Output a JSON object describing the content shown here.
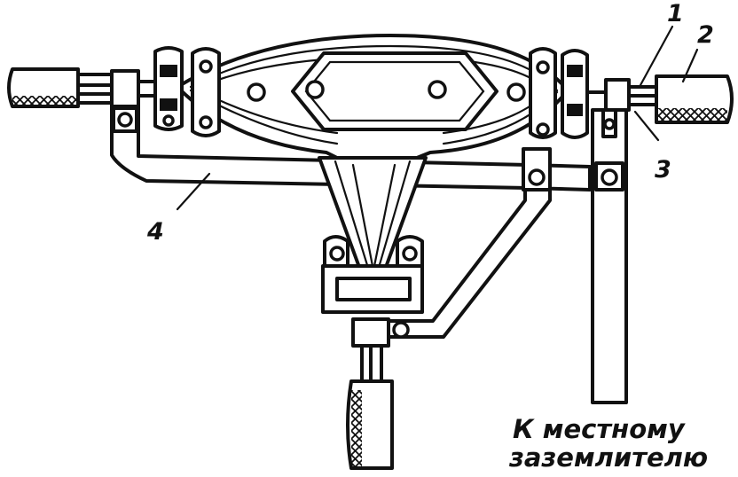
{
  "labels": {
    "callout_1": "1",
    "callout_2": "2",
    "callout_3": "3",
    "callout_4": "4"
  },
  "caption": {
    "line1": "К местному",
    "line2": "заземлителю"
  }
}
